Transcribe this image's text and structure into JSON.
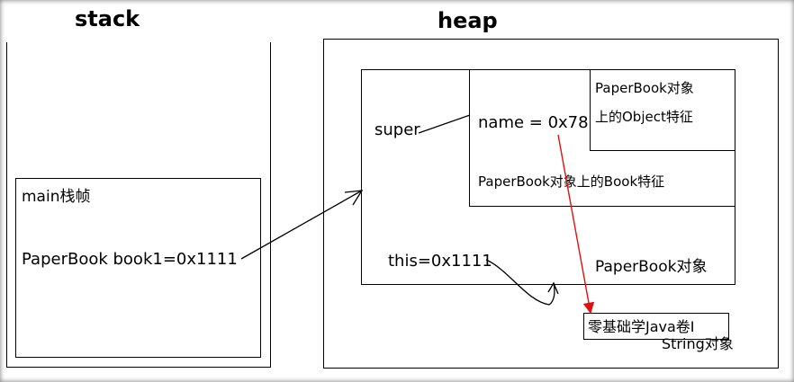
{
  "regions": {
    "stack_title": "stack",
    "heap_title": "heap"
  },
  "stack": {
    "frame_label": "main栈帧",
    "book_var": "PaperBook book1=0x1111"
  },
  "heap": {
    "paperbook_object_label": "PaperBook对象",
    "super_label": "super",
    "this_label": "this=0x1111",
    "book_part": {
      "name_field": "name = 0x78",
      "label": "PaperBook对象上的Book特征"
    },
    "object_part": {
      "line1": "PaperBook对象",
      "line2": "上的Object特征"
    },
    "string_object": {
      "value": "零基础学Java卷I",
      "label": "String对象"
    }
  },
  "colors": {
    "line": "#000000",
    "reference_arrow": "#e01010"
  }
}
